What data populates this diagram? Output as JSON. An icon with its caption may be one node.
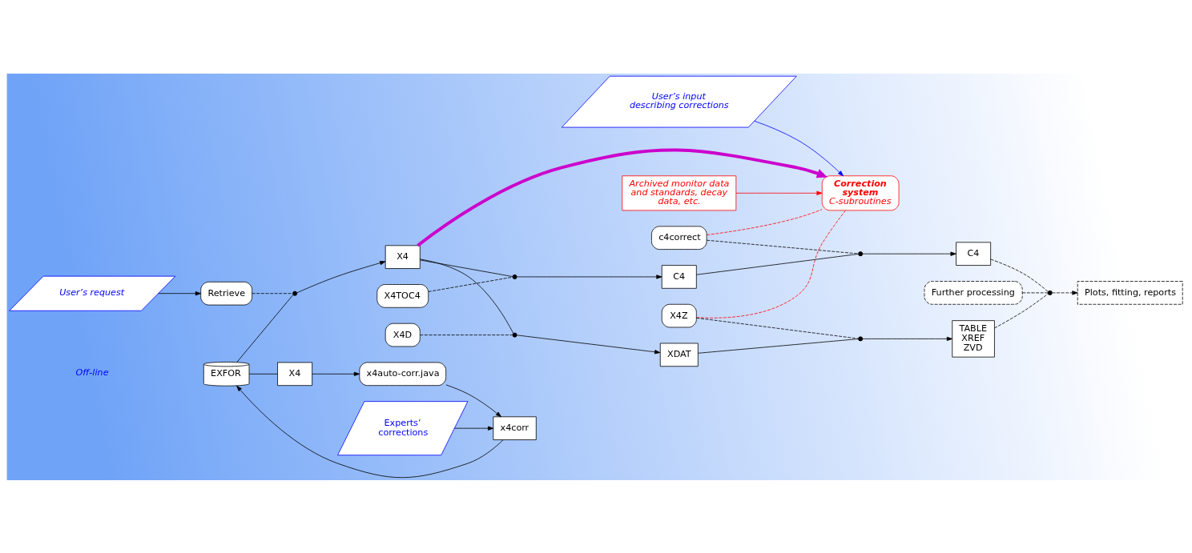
{
  "diagram": {
    "nodes": [
      {
        "text": [
          "User’s request"
        ]
      },
      {
        "text": [
          "User’s input describing corrections"
        ]
      },
      {
        "text": [
          "Retrieve"
        ]
      },
      {
        "text": [
          "EXFOR"
        ]
      },
      {
        "text": [
          "X4"
        ]
      },
      {
        "text": [
          "X4TOC4"
        ]
      },
      {
        "text": [
          "c4correct"
        ]
      },
      {
        "text": [
          "Correction system",
          "C-subroutines"
        ]
      },
      {
        "text": [
          "Archived monitor data and standards, decay data, etc."
        ]
      },
      {
        "text": [
          "C4"
        ]
      },
      {
        "text": [
          "C4"
        ]
      },
      {
        "text": [
          "Further processing"
        ]
      },
      {
        "text": [
          "X4D"
        ]
      },
      {
        "text": [
          "XDAT"
        ]
      },
      {
        "text": [
          "TABLE XREF ZVD"
        ]
      },
      {
        "text": [
          "Plots, fitting, reports"
        ]
      },
      {
        "text": [
          "x4corr"
        ]
      },
      {
        "text": [
          "X4"
        ]
      },
      {
        "text": [
          "X4Z"
        ]
      },
      {
        "text": [
          "Experts’ corrections"
        ]
      },
      {
        "text": [
          "x4auto-corr.java"
        ]
      },
      {
        "text": [],
        "shape": "dot"
      },
      {
        "text": [],
        "shape": "dot"
      },
      {
        "text": [],
        "shape": "dot"
      },
      {
        "text": [],
        "shape": "dot"
      },
      {
        "text": [],
        "shape": "dot"
      },
      {
        "text": [],
        "shape": "dot"
      }
    ],
    "edges": [
      {
        "from": 0,
        "to": 2,
        "arrow": "to"
      },
      {
        "from": 1,
        "to": 7,
        "arrow": "to",
        "color": "#0000ff"
      },
      {
        "from": 3,
        "to": 21,
        "arrow": "none"
      },
      {
        "from": 21,
        "to": 4,
        "arrow": "to"
      },
      {
        "from": 2,
        "to": 21,
        "arrow": "none",
        "style": "dashed"
      },
      {
        "from": 4,
        "to": 22,
        "arrow": "none"
      },
      {
        "from": 22,
        "to": 9,
        "arrow": "to"
      },
      {
        "from": 5,
        "to": 22,
        "arrow": "none",
        "style": "dashed"
      },
      {
        "from": 9,
        "to": 23,
        "arrow": "none"
      },
      {
        "from": 23,
        "to": 10,
        "arrow": "to"
      },
      {
        "from": 6,
        "to": 23,
        "arrow": "none",
        "style": "dashed"
      },
      {
        "from": 4,
        "to": 24,
        "arrow": "none"
      },
      {
        "from": 24,
        "to": 13,
        "arrow": "to"
      },
      {
        "from": 12,
        "to": 24,
        "arrow": "none",
        "style": "dashed"
      },
      {
        "from": 13,
        "to": 25,
        "arrow": "none"
      },
      {
        "from": 25,
        "to": 14,
        "arrow": "to"
      },
      {
        "from": 18,
        "to": 25,
        "arrow": "none",
        "style": "dashed"
      },
      {
        "from": 10,
        "to": 26,
        "arrow": "none",
        "style": "dashed"
      },
      {
        "from": 14,
        "to": 26,
        "arrow": "none",
        "style": "dashed"
      },
      {
        "from": 26,
        "to": 15,
        "arrow": "to",
        "style": "dashed"
      },
      {
        "from": 11,
        "to": 26,
        "arrow": "none",
        "style": "dashed"
      },
      {
        "from": 4,
        "to": 7,
        "arrow": "to",
        "style": "thick",
        "color": "#cc00cc"
      },
      {
        "from": 6,
        "to": 7,
        "arrow": "none",
        "style": "dashed",
        "color": "#ff0000"
      },
      {
        "from": 18,
        "to": 7,
        "arrow": "none",
        "style": "dashed",
        "color": "#ff0000"
      },
      {
        "from": 8,
        "to": 7,
        "arrow": "to",
        "color": "#ff0000"
      },
      {
        "from": 16,
        "to": 3,
        "arrow": "to"
      },
      {
        "from": 3,
        "to": 17,
        "arrow": "none"
      },
      {
        "from": 17,
        "to": 20,
        "arrow": "to"
      },
      {
        "from": 19,
        "to": 16,
        "arrow": "to"
      },
      {
        "from": 20,
        "to": 16,
        "arrow": "to"
      }
    ],
    "labels": [
      "Off-line"
    ]
  }
}
